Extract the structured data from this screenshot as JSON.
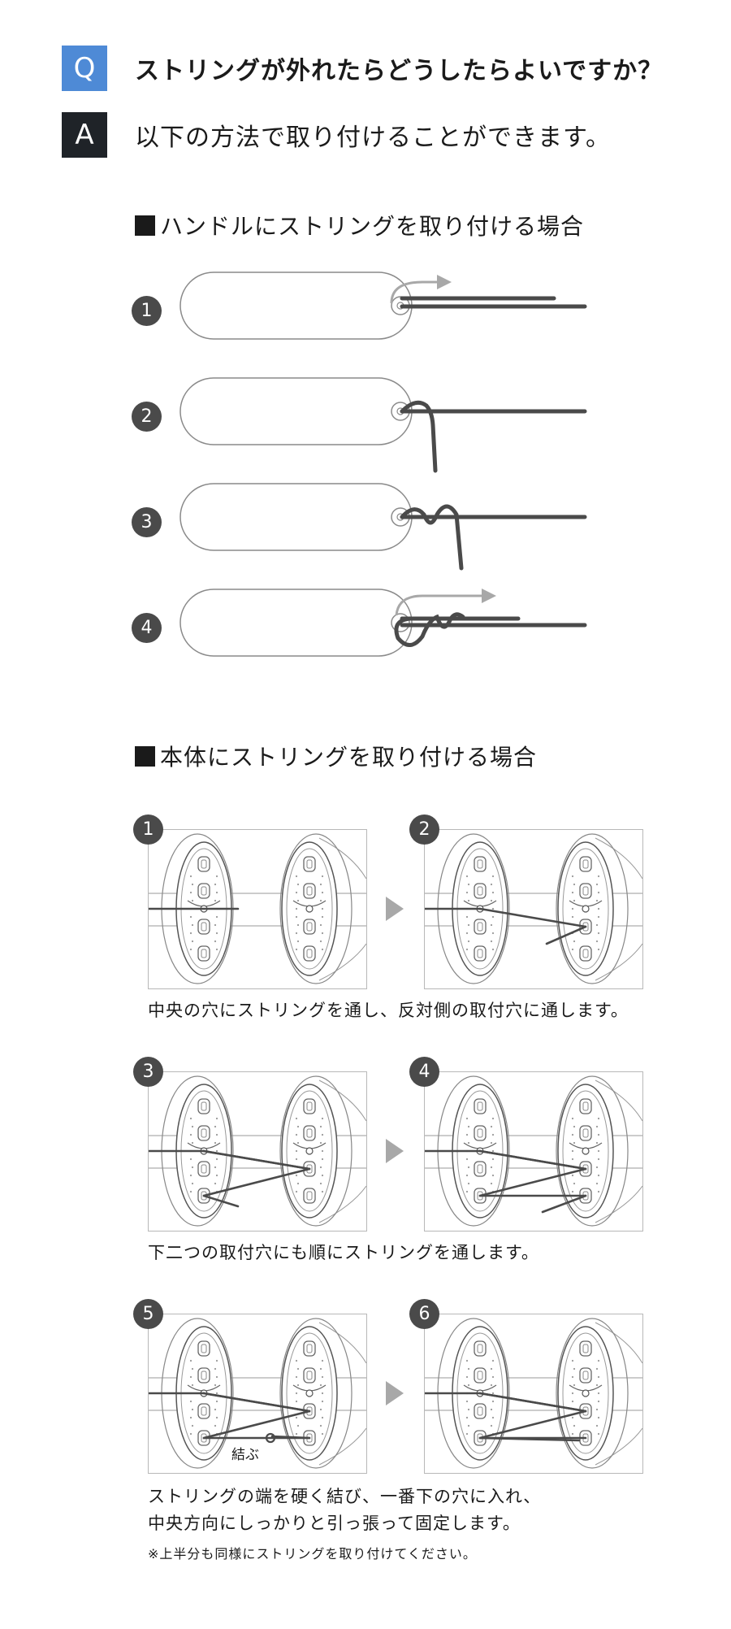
{
  "qa": {
    "q_badge": "Q",
    "question": "ストリングが外れたらどうしたらよいですか？",
    "a_badge": "A",
    "answer": "以下の方法で取り付けることができます。"
  },
  "handle_section": {
    "title": "ハンドルにストリングを取り付ける場合",
    "steps": [
      "1",
      "2",
      "3",
      "4"
    ]
  },
  "body_section": {
    "title": "本体にストリングを取り付ける場合",
    "steps": [
      "1",
      "2",
      "3",
      "4",
      "5",
      "6"
    ],
    "caption_1": "中央の穴にストリングを通し、反対側の取付穴に通します。",
    "caption_2": "下二つの取付穴にも順にストリングを通します。",
    "caption_3_line1": "ストリングの端を硬く結び、一番下の穴に入れ、",
    "caption_3_line2": "中央方向にしっかりと引っ張って固定します。",
    "note": "※上半分も同様にストリングを取り付けてください。",
    "knot_label": "結ぶ"
  },
  "colors": {
    "q_badge": "#4e8ad6",
    "a_badge": "#1f2328",
    "string": "#4a4a4a",
    "guide_arrow": "#a8a8a8"
  }
}
